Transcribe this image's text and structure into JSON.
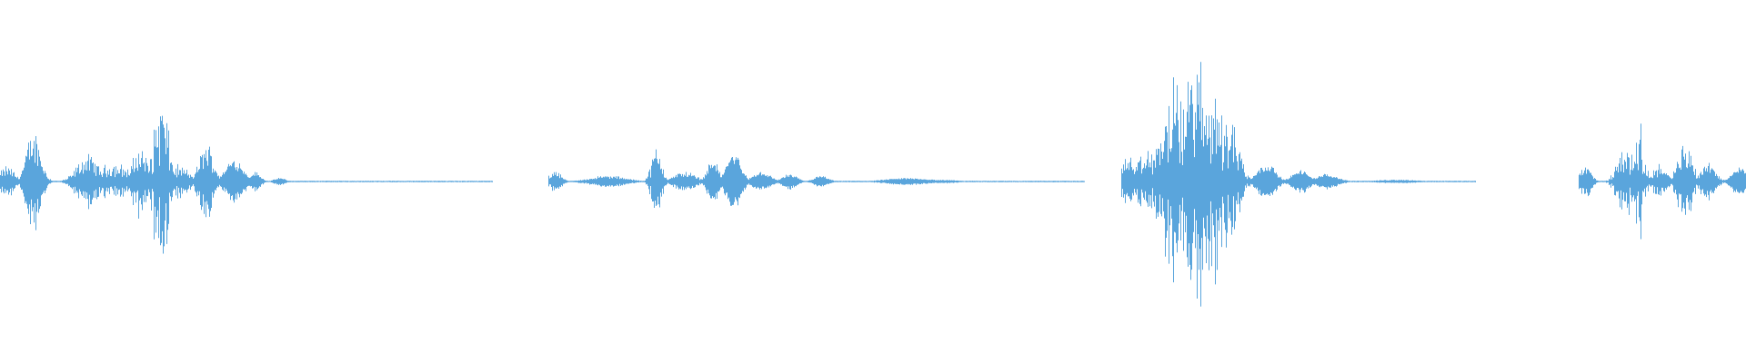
{
  "waveform": {
    "color": "#5aa5dc",
    "background": "#ffffff",
    "segments": [
      {
        "start": 0.0,
        "end": 0.282,
        "bursts": [
          {
            "c": 0.004,
            "w": 0.004,
            "a": 0.07,
            "r": 0.8
          },
          {
            "c": 0.019,
            "w": 0.004,
            "a": 0.24,
            "r": 0.6
          },
          {
            "c": 0.05,
            "w": 0.006,
            "a": 0.12,
            "r": 0.7
          },
          {
            "c": 0.065,
            "w": 0.01,
            "a": 0.08,
            "r": 0.8
          },
          {
            "c": 0.08,
            "w": 0.004,
            "a": 0.16,
            "r": 0.8
          },
          {
            "c": 0.092,
            "w": 0.004,
            "a": 0.36,
            "r": 1.0
          },
          {
            "c": 0.102,
            "w": 0.006,
            "a": 0.07,
            "r": 0.8
          },
          {
            "c": 0.118,
            "w": 0.004,
            "a": 0.18,
            "r": 0.6
          },
          {
            "c": 0.134,
            "w": 0.005,
            "a": 0.12,
            "r": 0.3
          },
          {
            "c": 0.146,
            "w": 0.003,
            "a": 0.05,
            "r": 0.3
          },
          {
            "c": 0.16,
            "w": 0.003,
            "a": 0.02,
            "r": 0.3
          }
        ]
      },
      {
        "start": 0.314,
        "end": 0.621,
        "bursts": [
          {
            "c": 0.318,
            "w": 0.003,
            "a": 0.06,
            "r": 0.6
          },
          {
            "c": 0.348,
            "w": 0.01,
            "a": 0.03,
            "r": 0.4
          },
          {
            "c": 0.376,
            "w": 0.003,
            "a": 0.15,
            "r": 0.8
          },
          {
            "c": 0.392,
            "w": 0.006,
            "a": 0.05,
            "r": 0.5
          },
          {
            "c": 0.408,
            "w": 0.003,
            "a": 0.12,
            "r": 0.3
          },
          {
            "c": 0.42,
            "w": 0.004,
            "a": 0.16,
            "r": 0.3
          },
          {
            "c": 0.436,
            "w": 0.005,
            "a": 0.05,
            "r": 0.3
          },
          {
            "c": 0.452,
            "w": 0.004,
            "a": 0.04,
            "r": 0.3
          },
          {
            "c": 0.47,
            "w": 0.004,
            "a": 0.03,
            "r": 0.3
          },
          {
            "c": 0.52,
            "w": 0.012,
            "a": 0.02,
            "r": 0.3
          },
          {
            "c": 0.54,
            "w": 0.008,
            "a": 0.01,
            "r": 0.3
          }
        ]
      },
      {
        "start": 0.642,
        "end": 0.845,
        "bursts": [
          {
            "c": 0.646,
            "w": 0.004,
            "a": 0.12,
            "r": 0.6
          },
          {
            "c": 0.66,
            "w": 0.008,
            "a": 0.14,
            "r": 1.0
          },
          {
            "c": 0.672,
            "w": 0.007,
            "a": 0.4,
            "r": 1.0
          },
          {
            "c": 0.684,
            "w": 0.006,
            "a": 0.55,
            "r": 1.0
          },
          {
            "c": 0.694,
            "w": 0.006,
            "a": 0.42,
            "r": 1.0
          },
          {
            "c": 0.704,
            "w": 0.005,
            "a": 0.3,
            "r": 1.0
          },
          {
            "c": 0.725,
            "w": 0.005,
            "a": 0.1,
            "r": 0.3
          },
          {
            "c": 0.745,
            "w": 0.005,
            "a": 0.06,
            "r": 0.3
          },
          {
            "c": 0.76,
            "w": 0.006,
            "a": 0.04,
            "r": 0.3
          },
          {
            "c": 0.8,
            "w": 0.012,
            "a": 0.01,
            "r": 0.3
          }
        ]
      },
      {
        "start": 0.904,
        "end": 1.0,
        "bursts": [
          {
            "c": 0.908,
            "w": 0.003,
            "a": 0.08,
            "r": 0.6
          },
          {
            "c": 0.93,
            "w": 0.004,
            "a": 0.16,
            "r": 0.9
          },
          {
            "c": 0.938,
            "w": 0.003,
            "a": 0.25,
            "r": 1.0
          },
          {
            "c": 0.95,
            "w": 0.004,
            "a": 0.08,
            "r": 0.8
          },
          {
            "c": 0.965,
            "w": 0.004,
            "a": 0.18,
            "r": 0.8
          },
          {
            "c": 0.978,
            "w": 0.004,
            "a": 0.1,
            "r": 0.6
          },
          {
            "c": 0.996,
            "w": 0.004,
            "a": 0.08,
            "r": 0.2
          }
        ]
      }
    ]
  }
}
